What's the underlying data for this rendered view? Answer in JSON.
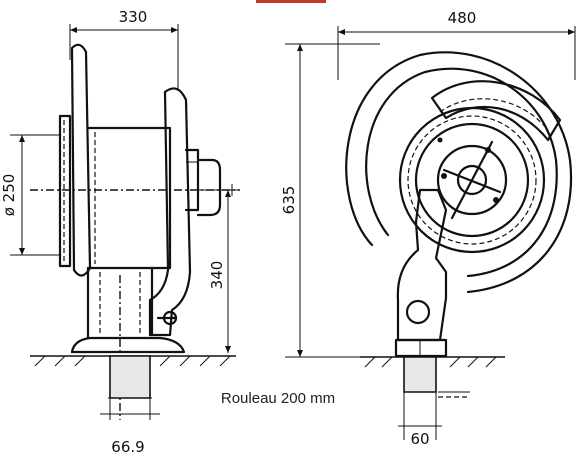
{
  "dimensions": {
    "width_left": "330",
    "width_right": "480",
    "diameter": "ø 250",
    "height_mount": "340",
    "height_total": "635",
    "bottom_left": "66.9",
    "bottom_right": "60"
  },
  "caption": "Rouleau 200 mm",
  "colors": {
    "line": "#111111",
    "header_accent": "#c0392b"
  }
}
